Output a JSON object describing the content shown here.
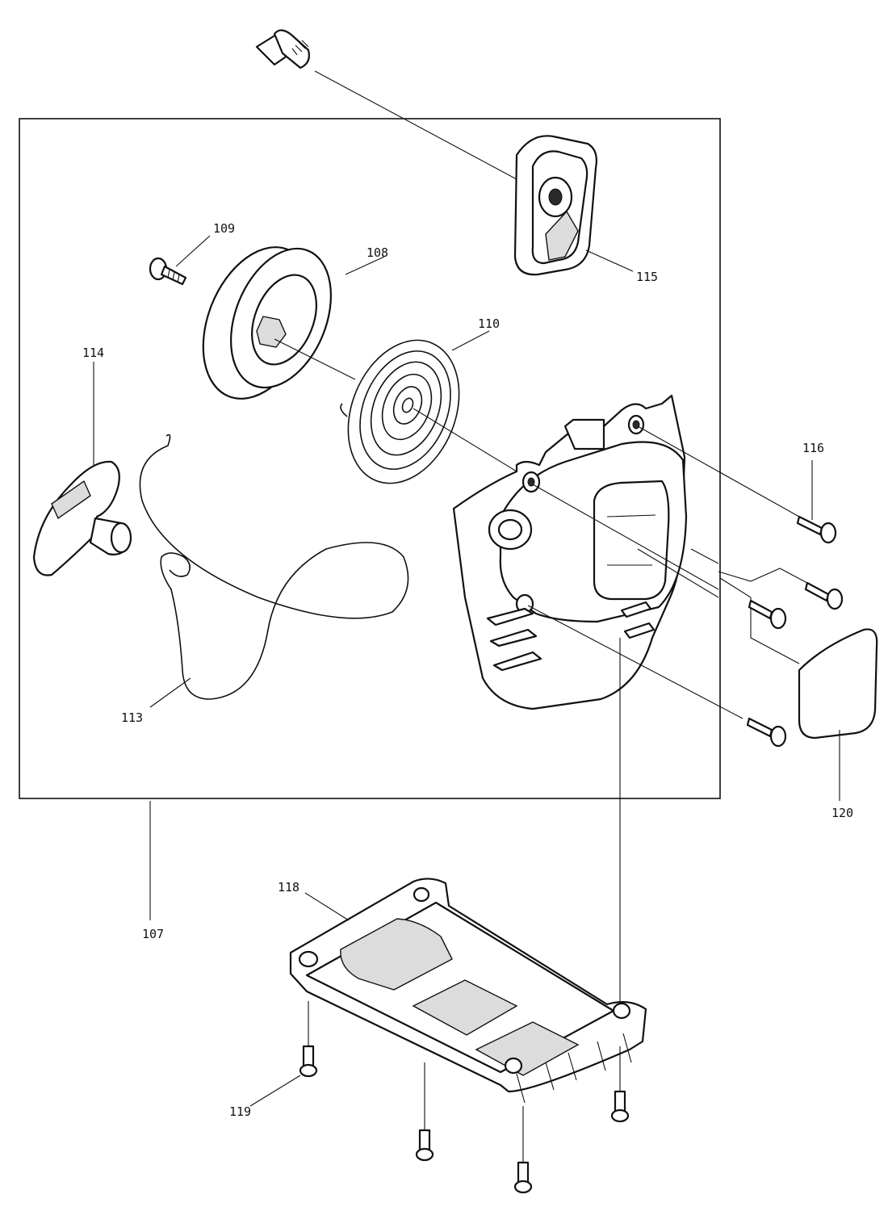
{
  "callouts": [
    {
      "id": "107",
      "label": "107"
    },
    {
      "id": "108",
      "label": "108"
    },
    {
      "id": "109",
      "label": "109"
    },
    {
      "id": "110",
      "label": "110"
    },
    {
      "id": "113",
      "label": "113"
    },
    {
      "id": "114",
      "label": "114"
    },
    {
      "id": "115",
      "label": "115"
    },
    {
      "id": "116",
      "label": "116"
    },
    {
      "id": "118",
      "label": "118"
    },
    {
      "id": "119",
      "label": "119"
    },
    {
      "id": "120",
      "label": "120"
    }
  ]
}
